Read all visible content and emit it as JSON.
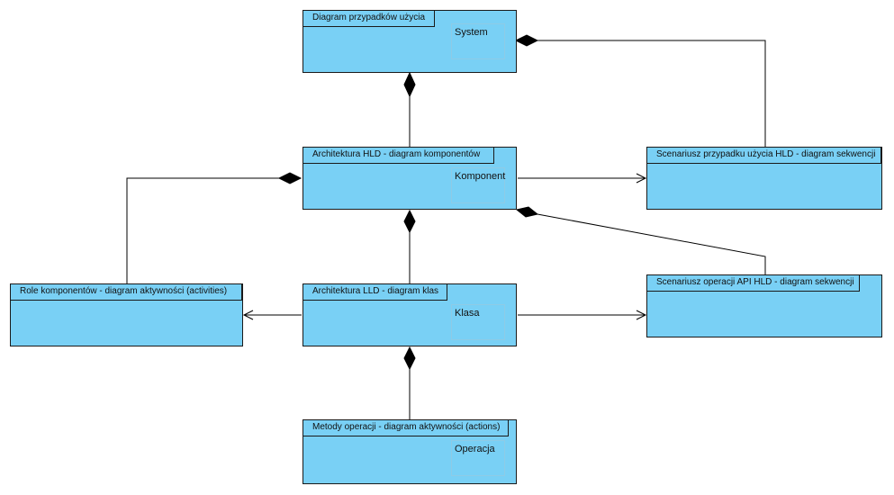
{
  "colors": {
    "frame_fill": "#79d0f5",
    "frame_border": "#1a1a1a",
    "inner_border": "#8ecbe6",
    "connector": "#000000"
  },
  "diagrams": {
    "use_case": {
      "title": "Diagram przypadków użycia",
      "inner": "System"
    },
    "hld_components": {
      "title": "Architektura HLD - diagram komponentów",
      "inner": "Komponent"
    },
    "hld_sequence": {
      "title": "Scenariusz przypadku użycia HLD - diagram sekwencji"
    },
    "roles_activity": {
      "title": "Role komponentów - diagram aktywności (activities)"
    },
    "lld_classes": {
      "title": "Architektura LLD - diagram klas",
      "inner": "Klasa"
    },
    "api_sequence": {
      "title": "Scenariusz operacji API HLD - diagram sekwencji"
    },
    "operation_methods": {
      "title": "Metody operacji - diagram aktywności (actions)",
      "inner": "Operacja"
    }
  },
  "connectors": [
    {
      "from": "hld_components",
      "to": "use_case",
      "kind": "composition"
    },
    {
      "from": "hld_sequence",
      "to": "use_case",
      "kind": "composition"
    },
    {
      "from": "hld_components",
      "to": "hld_sequence",
      "kind": "arrow"
    },
    {
      "from": "roles_activity",
      "to": "hld_components",
      "kind": "composition"
    },
    {
      "from": "lld_classes",
      "to": "hld_components",
      "kind": "composition"
    },
    {
      "from": "api_sequence",
      "to": "hld_components",
      "kind": "composition"
    },
    {
      "from": "lld_classes",
      "to": "roles_activity",
      "kind": "arrow"
    },
    {
      "from": "lld_classes",
      "to": "api_sequence",
      "kind": "arrow"
    },
    {
      "from": "operation_methods",
      "to": "lld_classes",
      "kind": "composition"
    }
  ]
}
